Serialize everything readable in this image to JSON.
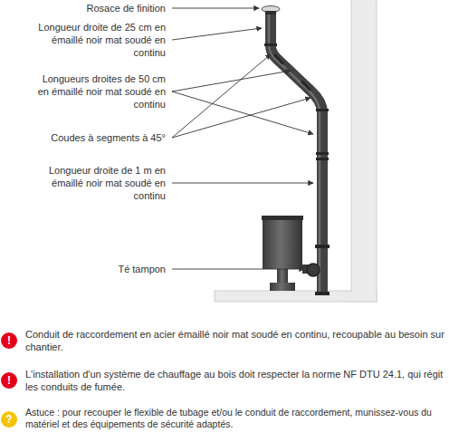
{
  "diagram": {
    "labels": [
      "Rosace de finition",
      "Longueur droite de 25 cm en émaillé noir mat soudé en continu",
      "Longueurs droites de 50 cm en émaillé noir mat soudé en continu",
      "Coudes à segments à 45°",
      "Longueur droite de 1 m en émaillé noir mat soudé en continu",
      "Té tampon",
      "!",
      "Conduit de raccordement en acier émaillé noir mat soudé en continu, recoupable au besoin sur chantier.",
      "!",
      "L'installation d'un système de chauffage au bois doit respecter la norme NF DTU 24.1, qui régit les conduits de fumée.",
      "?",
      "Astuce : pour recouper le flexible de tubage et/ou le conduit de raccordement, munissez-vous du matériel et des équipements de sécurité adaptés."
    ]
  }
}
